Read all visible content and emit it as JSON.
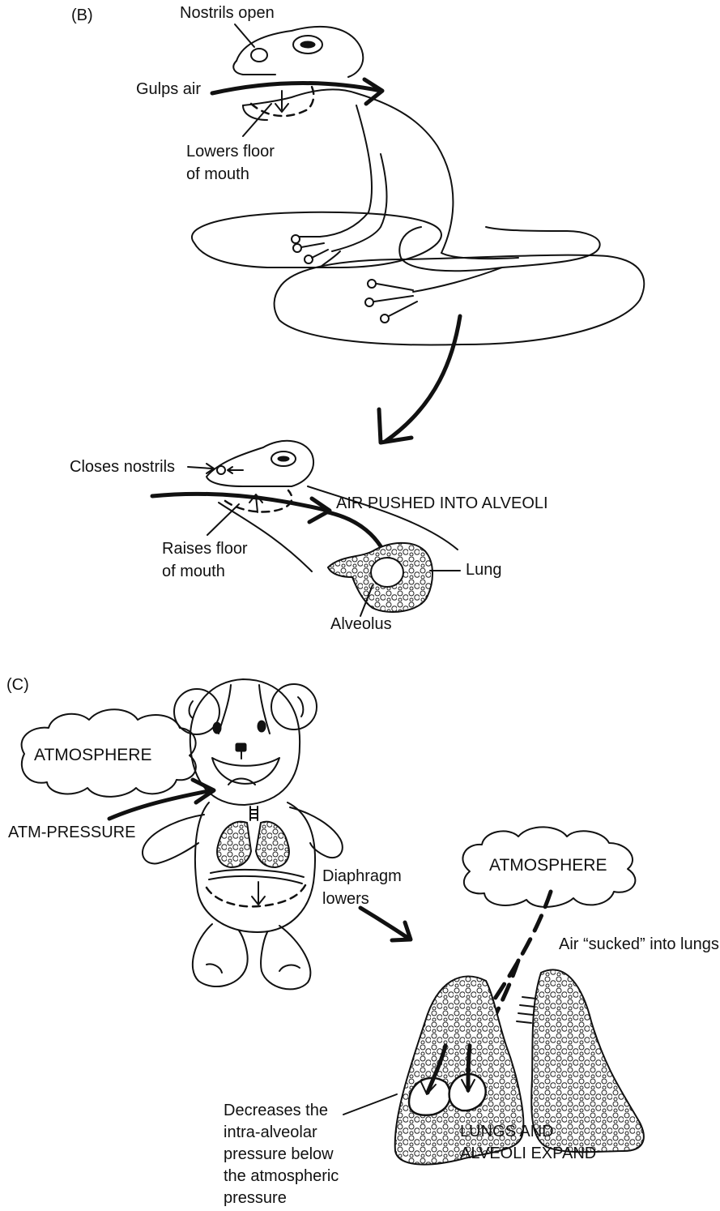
{
  "panel_b": {
    "label": "(B)",
    "nostrils_open": "Nostrils open",
    "gulps_air": "Gulps air",
    "lowers_floor_1": "Lowers floor",
    "lowers_floor_2": "of mouth",
    "closes_nostrils": "Closes nostrils",
    "air_pushed": "AIR PUSHED INTO ALVEOLI",
    "raises_floor_1": "Raises floor",
    "raises_floor_2": "of mouth",
    "lung": "Lung",
    "alveolus": "Alveolus"
  },
  "panel_c": {
    "label": "(C)",
    "atmosphere_left": "ATMOSPHERE",
    "atm_pressure": "ATM-PRESSURE",
    "diaphragm_1": "Diaphragm",
    "diaphragm_2": "lowers",
    "atmosphere_right": "ATMOSPHERE",
    "air_sucked": "Air “sucked” into lungs",
    "decreases_1": "Decreases the",
    "decreases_2": "intra-alveolar",
    "decreases_3": "pressure below",
    "decreases_4": "the atmospheric",
    "decreases_5": "pressure",
    "lungs_expand_1": "LUNGS AND",
    "lungs_expand_2": "ALVEOLI EXPAND"
  }
}
